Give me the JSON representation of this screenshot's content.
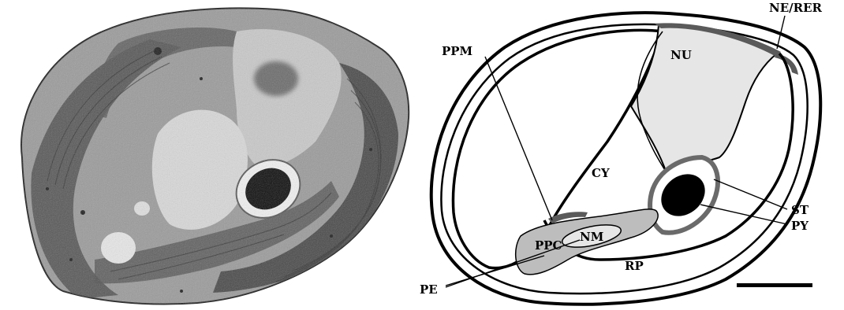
{
  "figure": {
    "left_panel": {
      "kind": "transmission-electron-micrograph"
    },
    "right_panel": {
      "labels": {
        "ppm": "PPM",
        "nu": "NU",
        "ne_rer": "NE/RER",
        "cy": "CY",
        "st": "ST",
        "py": "PY",
        "ppc": "PPC",
        "nm": "NM",
        "rp": "RP",
        "pe": "PE"
      },
      "colors": {
        "outline": "#000000",
        "nucleus_fill": "#e6e6e6",
        "periplastid_fill": "#bdbdbd",
        "nucleomorph_fill": "#e6e6e6",
        "dark_membrane": "#5a5a5a",
        "pyrenoid": "#000000"
      }
    },
    "scale_bar": {
      "color": "#000000"
    }
  }
}
